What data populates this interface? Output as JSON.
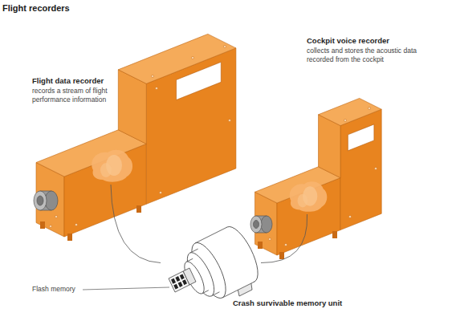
{
  "diagram": {
    "title": "Flight recorders",
    "nodes": [
      {
        "text": [
          "Flight data recorder",
          "records a stream of flight performance information"
        ]
      },
      {
        "text": [
          "Cockpit voice recorder",
          "collects and stores the acoustic data recorded from the cockpit"
        ]
      },
      {
        "text": [
          "Crash survivable memory unit"
        ]
      }
    ],
    "edges": [
      {
        "from": 0,
        "to": 2,
        "arrow": "none"
      },
      {
        "from": 1,
        "to": 2,
        "arrow": "none"
      }
    ],
    "labels": [
      "Flash memory"
    ]
  }
}
